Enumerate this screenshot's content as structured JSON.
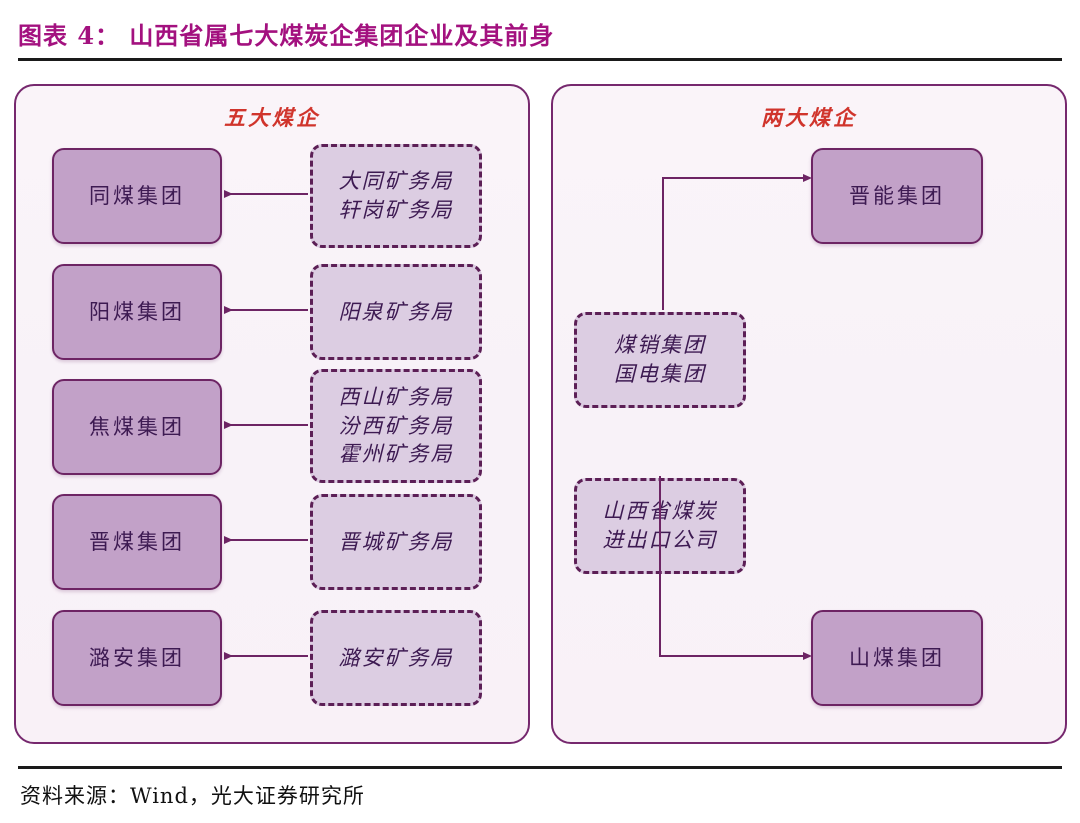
{
  "figure": {
    "title": "图表 4： 山西省属七大煤炭企集团企业及其前身",
    "title_color": "#a3117f",
    "source": "资料来源：Wind，光大证券研究所"
  },
  "colors": {
    "panel_border": "#76286e",
    "panel_fill": "#faf4f9",
    "solid_node_fill": "#c2a1c8",
    "solid_node_border": "#6d2464",
    "dashed_node_fill": "#dccde2",
    "dashed_node_border": "#5c1f56",
    "node_text": "#3d1a52",
    "heading_red": "#d0342c",
    "connector": "#6d2464"
  },
  "panels": [
    {
      "id": "five-majors",
      "heading": "五大煤企",
      "groups": [
        {
          "successor": "同煤集团",
          "predecessor": "大同矿务局\n轩岗矿务局"
        },
        {
          "successor": "阳煤集团",
          "predecessor": "阳泉矿务局"
        },
        {
          "successor": "焦煤集团",
          "predecessor": "西山矿务局\n汾西矿务局\n霍州矿务局"
        },
        {
          "successor": "晋煤集团",
          "predecessor": "晋城矿务局"
        },
        {
          "successor": "潞安集团",
          "predecessor": "潞安矿务局"
        }
      ]
    },
    {
      "id": "two-majors",
      "heading": "两大煤企",
      "groups": [
        {
          "successor": "晋能集团",
          "predecessor": "煤销集团\n国电集团"
        },
        {
          "successor": "山煤集团",
          "predecessor": "山西省煤炭\n进出口公司"
        }
      ]
    }
  ]
}
